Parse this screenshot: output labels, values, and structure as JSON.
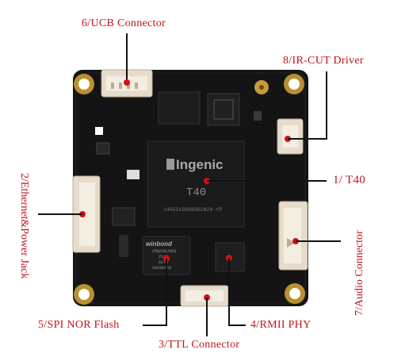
{
  "labels": {
    "ucb": "6/UCB Connector",
    "ircut": "8/IR-CUT Driver",
    "t40": "1/  T40",
    "eth": "2/Ethernet&Power Jack",
    "audio": "7/Audio Connector",
    "spi": "5/SPI NOR Flash",
    "rmii": "4/RMII PHY",
    "ttl": "3/TTL Connector"
  },
  "chip": {
    "brand": "Ingenic",
    "model": "T40",
    "serial": "1405210809302A20-YP"
  },
  "flash_chip": {
    "brand": "winbond",
    "lines": [
      "25Q256JVEQ",
      "2146",
      "6175",
      "SA100459"
    ]
  },
  "colors": {
    "label": "#c0141c",
    "board": "#151515",
    "connector": "#e7dccb",
    "marker": "#d31018"
  }
}
